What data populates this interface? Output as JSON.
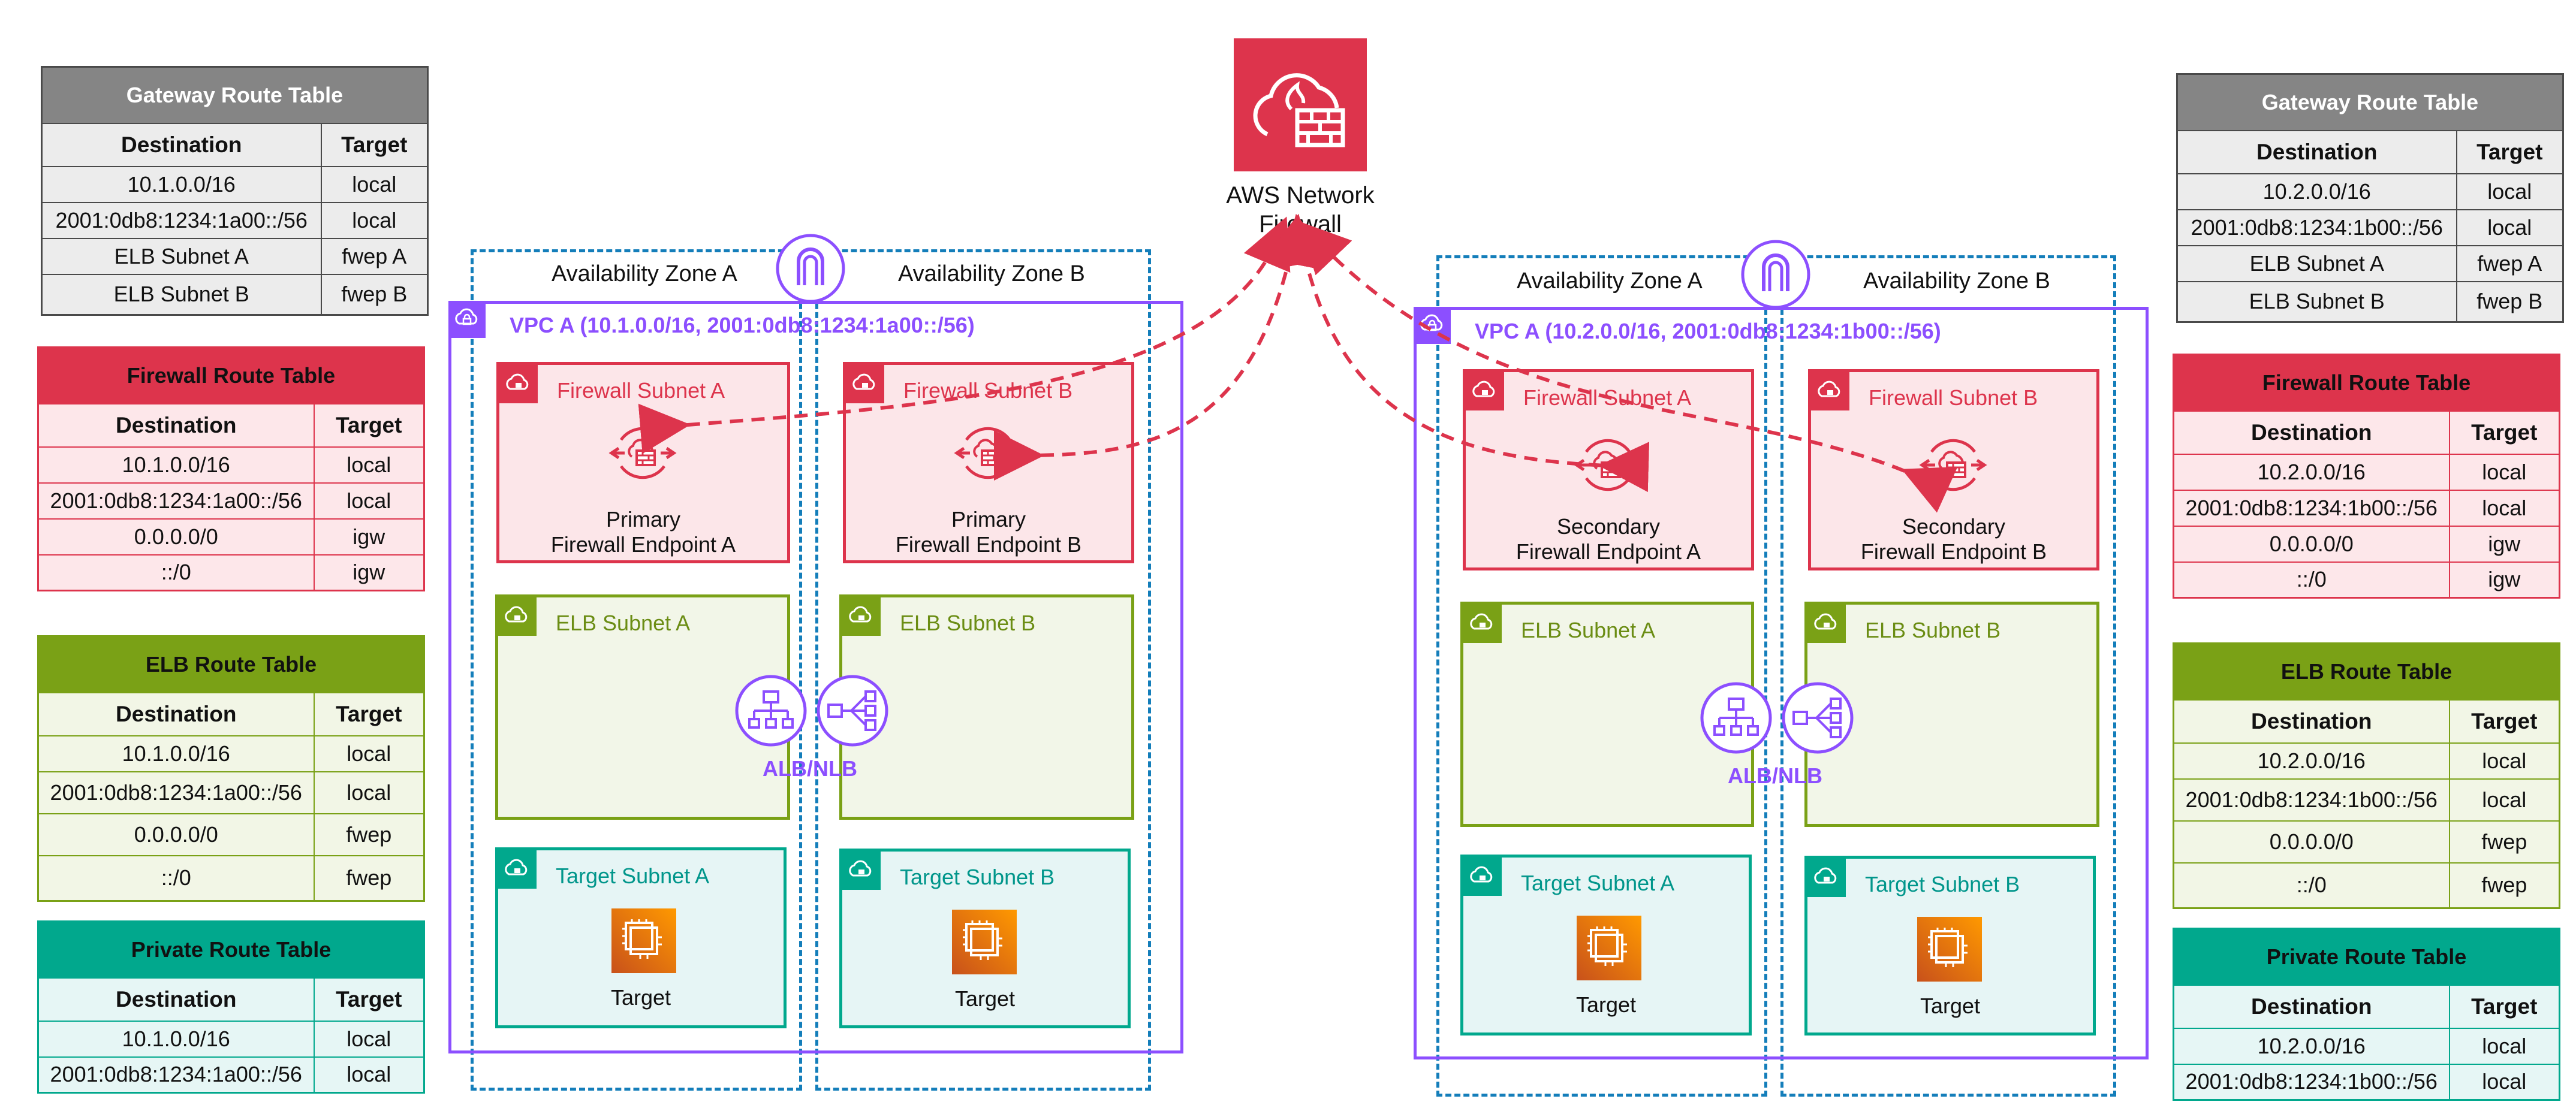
{
  "left": {
    "gateway_rt": {
      "title": "Gateway Route Table",
      "headers": [
        "Destination",
        "Target"
      ],
      "rows": [
        [
          "10.1.0.0/16",
          "local"
        ],
        [
          "2001:0db8:1234:1a00::/56",
          "local"
        ],
        [
          "ELB Subnet A",
          "fwep A"
        ],
        [
          "ELB Subnet B",
          "fwep B"
        ]
      ]
    },
    "firewall_rt": {
      "title": "Firewall Route Table",
      "headers": [
        "Destination",
        "Target"
      ],
      "rows": [
        [
          "10.1.0.0/16",
          "local"
        ],
        [
          "2001:0db8:1234:1a00::/56",
          "local"
        ],
        [
          "0.0.0.0/0",
          "igw"
        ],
        [
          "::/0",
          "igw"
        ]
      ]
    },
    "elb_rt": {
      "title": "ELB Route Table",
      "headers": [
        "Destination",
        "Target"
      ],
      "rows": [
        [
          "10.1.0.0/16",
          "local"
        ],
        [
          "2001:0db8:1234:1a00::/56",
          "local"
        ],
        [
          "0.0.0.0/0",
          "fwep"
        ],
        [
          "::/0",
          "fwep"
        ]
      ]
    },
    "private_rt": {
      "title": "Private Route Table",
      "headers": [
        "Destination",
        "Target"
      ],
      "rows": [
        [
          "10.1.0.0/16",
          "local"
        ],
        [
          "2001:0db8:1234:1a00::/56",
          "local"
        ]
      ]
    },
    "az_a": "Availability Zone A",
    "az_b": "Availability Zone B",
    "vpc": "VPC A (10.1.0.0/16, 2001:0db8:1234:1a00::/56)",
    "fw_subnet_a": "Firewall Subnet A",
    "fw_subnet_b": "Firewall Subnet B",
    "ep_a": [
      "Primary",
      "Firewall Endpoint A"
    ],
    "ep_b": [
      "Primary",
      "Firewall Endpoint B"
    ],
    "elb_subnet_a": "ELB Subnet A",
    "elb_subnet_b": "ELB Subnet B",
    "alb": "ALB/NLB",
    "tg_subnet_a": "Target Subnet A",
    "tg_subnet_b": "Target Subnet B",
    "target_a": "Target",
    "target_b": "Target"
  },
  "right": {
    "gateway_rt": {
      "title": "Gateway Route Table",
      "headers": [
        "Destination",
        "Target"
      ],
      "rows": [
        [
          "10.2.0.0/16",
          "local"
        ],
        [
          "2001:0db8:1234:1b00::/56",
          "local"
        ],
        [
          "ELB Subnet A",
          "fwep A"
        ],
        [
          "ELB Subnet B",
          "fwep B"
        ]
      ]
    },
    "firewall_rt": {
      "title": "Firewall Route Table",
      "headers": [
        "Destination",
        "Target"
      ],
      "rows": [
        [
          "10.2.0.0/16",
          "local"
        ],
        [
          "2001:0db8:1234:1b00::/56",
          "local"
        ],
        [
          "0.0.0.0/0",
          "igw"
        ],
        [
          "::/0",
          "igw"
        ]
      ]
    },
    "elb_rt": {
      "title": "ELB Route Table",
      "headers": [
        "Destination",
        "Target"
      ],
      "rows": [
        [
          "10.2.0.0/16",
          "local"
        ],
        [
          "2001:0db8:1234:1b00::/56",
          "local"
        ],
        [
          "0.0.0.0/0",
          "fwep"
        ],
        [
          "::/0",
          "fwep"
        ]
      ]
    },
    "private_rt": {
      "title": "Private Route Table",
      "headers": [
        "Destination",
        "Target"
      ],
      "rows": [
        [
          "10.2.0.0/16",
          "local"
        ],
        [
          "2001:0db8:1234:1b00::/56",
          "local"
        ]
      ]
    },
    "az_a": "Availability Zone A",
    "az_b": "Availability Zone B",
    "vpc": "VPC A (10.2.0.0/16, 2001:0db8:1234:1b00::/56)",
    "fw_subnet_a": "Firewall Subnet A",
    "fw_subnet_b": "Firewall Subnet B",
    "ep_a": [
      "Secondary",
      "Firewall Endpoint A"
    ],
    "ep_b": [
      "Secondary",
      "Firewall Endpoint B"
    ],
    "elb_subnet_a": "ELB Subnet A",
    "elb_subnet_b": "ELB Subnet B",
    "alb": "ALB/NLB",
    "tg_subnet_a": "Target Subnet A",
    "tg_subnet_b": "Target Subnet B",
    "target_a": "Target",
    "target_b": "Target"
  },
  "center": {
    "anf_label": [
      "AWS Network",
      "Firewall"
    ]
  },
  "colors": {
    "firewall": "#dd344c",
    "elb": "#7aa116",
    "private": "#01a88d",
    "gateway": "#858585",
    "vpc": "#8c4fff",
    "az": "#147eba",
    "ec2": "#ed7100"
  }
}
